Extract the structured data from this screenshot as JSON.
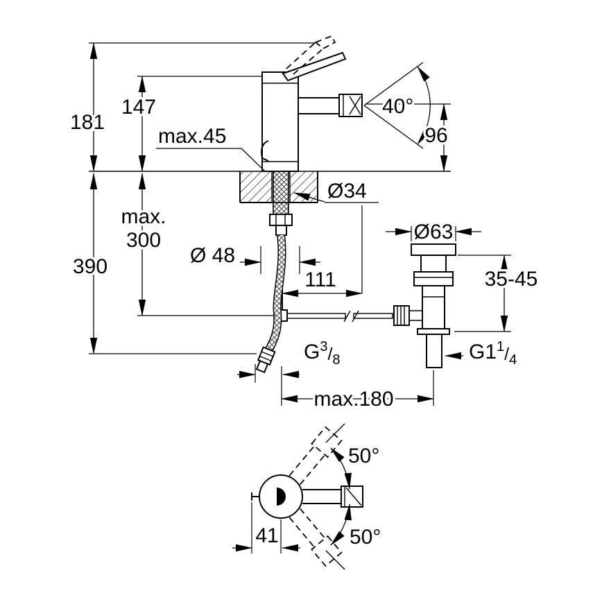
{
  "colors": {
    "line": "#000000",
    "background": "#ffffff"
  },
  "drawing": {
    "dims": {
      "d181": "181",
      "d147": "147",
      "max45": "max.45",
      "a40": "40°",
      "d96": "96",
      "dia34": "Ø34",
      "max300_line1": "max.",
      "max300_line2": "300",
      "d390": "390",
      "dia48": "Ø 48",
      "d111": "111",
      "dia63": "Ø63",
      "r3545": "35-45",
      "max180": "max.180",
      "a50_top": "50°",
      "a50_bottom": "50°",
      "d41": "41"
    },
    "threads": {
      "small": {
        "prefix": "G",
        "sup": "3",
        "slash": "/",
        "sub": "8"
      },
      "large": {
        "prefix": "G1",
        "sup": "1",
        "slash": "/",
        "sub": "4"
      }
    }
  }
}
